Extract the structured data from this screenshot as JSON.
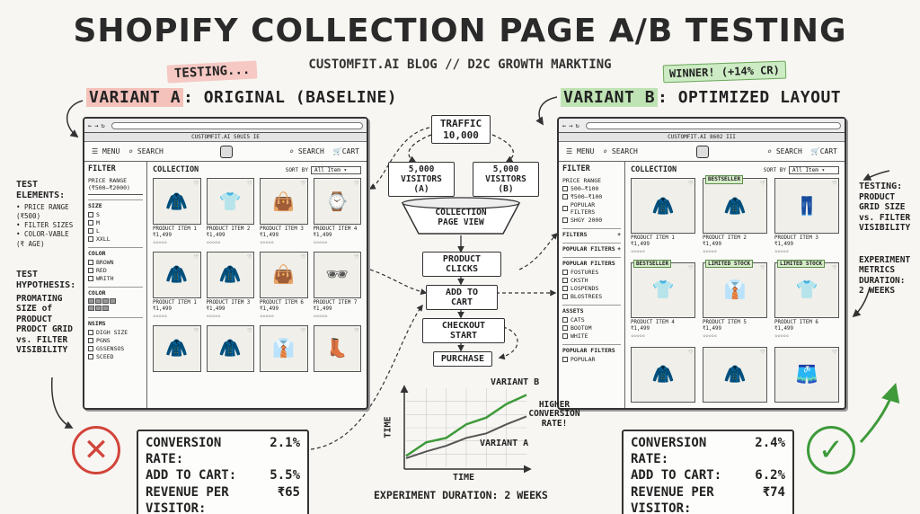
{
  "title": "SHOPIFY COLLECTION PAGE A/B TESTING",
  "subtitle": "CUSTOMFIT.AI BLOG // D2C GROWTH MARKTING",
  "variant_a": {
    "tag": "TESTING...",
    "title_label": "VARIANT A",
    "title_rest": ": ORIGINAL (BASELINE)",
    "browser_strip": "CUSTOMFIT.AI 50UI5 IE",
    "nav": {
      "menu": "MENU",
      "search": "SEARCH",
      "search2": "SEARCH",
      "cart": "CART"
    },
    "filter": {
      "heading": "FILTER",
      "price_title": "PRICE RANGE",
      "price_value": "(₹500–₹2000)",
      "size_title": "SIZE",
      "sizes": [
        "S",
        "M",
        "L",
        "XXLL"
      ],
      "color_title": "COLOR",
      "colors": [
        "BROWN",
        "RED",
        "WRITH"
      ],
      "color2_title": "COLOR",
      "more_title": "NSIMS",
      "more": [
        "DIGH SIZE",
        "PGNS",
        "GSSENSOS",
        "SCEED"
      ]
    },
    "collection": "COLLECTION",
    "sort_label": "SORT BY",
    "sort_value": "All Item",
    "products": [
      {
        "name": "PRODUCT ITEM 1",
        "price": "₹1,499",
        "icon": "jacket-icon"
      },
      {
        "name": "PRODUCT ITEM 2",
        "price": "₹1,499",
        "icon": "tshirt-icon"
      },
      {
        "name": "PRODUCT ITEM 3",
        "price": "₹1,499",
        "icon": "bag-icon"
      },
      {
        "name": "PRODUCT ITEM 4",
        "price": "₹1,499",
        "icon": "watch-icon"
      },
      {
        "name": "PRODUCT ITEM 1",
        "price": "₹1,499",
        "icon": "hoodie-icon"
      },
      {
        "name": "PRODUCT ITEM 3",
        "price": "₹1,499",
        "icon": "jacket-icon"
      },
      {
        "name": "PRODUCT ITEM 6",
        "price": "₹1,499",
        "icon": "handbag-icon"
      },
      {
        "name": "PRODUCT ITEM 7",
        "price": "₹1,499",
        "icon": "sunglasses-icon"
      },
      {
        "name": "",
        "price": "",
        "icon": "jacket-icon"
      },
      {
        "name": "",
        "price": "",
        "icon": "jacket-icon"
      },
      {
        "name": "",
        "price": "",
        "icon": "shirt-icon"
      },
      {
        "name": "",
        "price": "",
        "icon": "boots-icon"
      }
    ],
    "stars": "☆☆☆☆☆",
    "metrics": {
      "cr_label": "CONVERSION RATE:",
      "cr_value": "2.1%",
      "atc_label": "ADD TO CART:",
      "atc_value": "5.5%",
      "rpv_label": "REVENUE PER VISITOR:",
      "rpv_value": "₹65"
    }
  },
  "variant_b": {
    "tag": "WINNER! (+14% CR)",
    "title_label": "VARIANT B",
    "title_rest": ": OPTIMIZED LAYOUT",
    "browser_strip": "CUSTOMFIT.AI 8602 III",
    "nav": {
      "menu": "MENU",
      "search": "SEARCH",
      "search2": "SEARCH",
      "cart": "CART"
    },
    "filter": {
      "heading": "FILTER",
      "price_title": "PRICE RANGE",
      "prices": [
        "500–₹100",
        "₹500–₹100",
        "POPULAR FILTERS",
        "SHGY 2000"
      ],
      "filters_title": "FILTERS",
      "popular_title": "POPULAR FILTERS",
      "popular2_title": "POPULAR FILTERS",
      "popular": [
        "FOSTURES",
        "CKSTH",
        "LOSPENDS",
        "BLOSTREES"
      ],
      "assets_title": "ASSETS",
      "assets": [
        "CATS",
        "BOOTOM",
        "WHITE"
      ],
      "popular3_title": "POPULAR FILTERS",
      "popular3": [
        "POPULAR"
      ]
    },
    "collection": "COLLECTION",
    "sort_label": "SORT BY",
    "sort_value": "All Item",
    "products": [
      {
        "name": "PRODUCT ITEM 1",
        "price": "₹1,499",
        "badge": "",
        "icon": "jacket-icon"
      },
      {
        "name": "PRODUCT ITEM 2",
        "price": "₹1,499",
        "badge": "BESTSELLER",
        "icon": "hoodie-icon"
      },
      {
        "name": "PRODUCT ITEM 3",
        "price": "₹1,499",
        "badge": "",
        "icon": "pants-icon"
      },
      {
        "name": "PRODUCT ITEM 4",
        "price": "₹1,499",
        "badge": "BESTSELLER",
        "icon": "tshirt-icon"
      },
      {
        "name": "PRODUCT ITEM 5",
        "price": "₹1,499",
        "badge": "LIMITED STOCK",
        "icon": "shirt-icon"
      },
      {
        "name": "PRODUCT ITEM 6",
        "price": "₹1,499",
        "badge": "LIMITED STOCK",
        "icon": "tshirt-icon"
      },
      {
        "name": "",
        "price": "",
        "badge": "",
        "icon": "jacket-icon"
      },
      {
        "name": "",
        "price": "",
        "badge": "",
        "icon": "jacket-icon"
      },
      {
        "name": "",
        "price": "",
        "badge": "",
        "icon": "shorts-icon"
      }
    ],
    "stars": "☆☆☆☆☆",
    "metrics": {
      "cr_label": "CONVERSION RATE:",
      "cr_value": "2.4%",
      "atc_label": "ADD TO CART:",
      "atc_value": "6.2%",
      "rpv_label": "REVENUE PER VISITOR:",
      "rpv_value": "₹74"
    }
  },
  "left_notes": {
    "elements_title": "TEST ELEMENTS:",
    "elements": [
      "• PRICE RANGE (₹500)",
      "• FILTER SIZES",
      "• COLOR-VABLE (₹ AGE)"
    ],
    "hypothesis_title": "TEST HYPOTHESIS:",
    "hypothesis": [
      "PROMATING",
      "SIZE of",
      "PRODUCT",
      "PRODCT GRID",
      "vs. FILTER",
      "VISIBILITY"
    ]
  },
  "right_notes": {
    "testing_title": "TESTING:",
    "testing": [
      "PRODUCT",
      "GRID SIZE",
      "vs. FILTER",
      "VISIBILITY"
    ],
    "experiment": [
      "EXPERIMENT",
      "METRICS",
      "DURATION:",
      "2 WEEKS"
    ]
  },
  "flow": {
    "traffic": "TRAFFIC",
    "traffic_value": "10,000",
    "split_a_value": "5,000",
    "split_a_label": "VISITORS (A)",
    "split_b_value": "5,000",
    "split_b_label": "VISITORS (B)",
    "funnel_1": "COLLECTION",
    "funnel_2": "PAGE VIEW",
    "steps": [
      "PRODUCT CLICKS",
      "ADD TO CART",
      "CHECKOUT START",
      "PURCHASE"
    ]
  },
  "chart_data": {
    "type": "line",
    "title": "",
    "xlabel": "TIME",
    "ylabel": "TIME",
    "series": [
      {
        "name": "VARIANT B",
        "values": [
          1.0,
          2.2,
          2.6,
          3.8,
          4.4,
          5.6,
          6.4
        ],
        "color": "#3e9a3a"
      },
      {
        "name": "VARIANT A",
        "values": [
          0.8,
          1.4,
          1.9,
          2.6,
          3.0,
          3.8,
          4.5
        ],
        "color": "#555555"
      }
    ],
    "annotation": "HIGHER CONVERSION RATE!",
    "grid": true
  },
  "duration": "EXPERIMENT DURATION: 2 WEEKS",
  "colors": {
    "red": "#d2443a",
    "green": "#3e9a3a",
    "red_highlight": "#f4c2bb",
    "green_highlight": "#bfe3b4"
  }
}
